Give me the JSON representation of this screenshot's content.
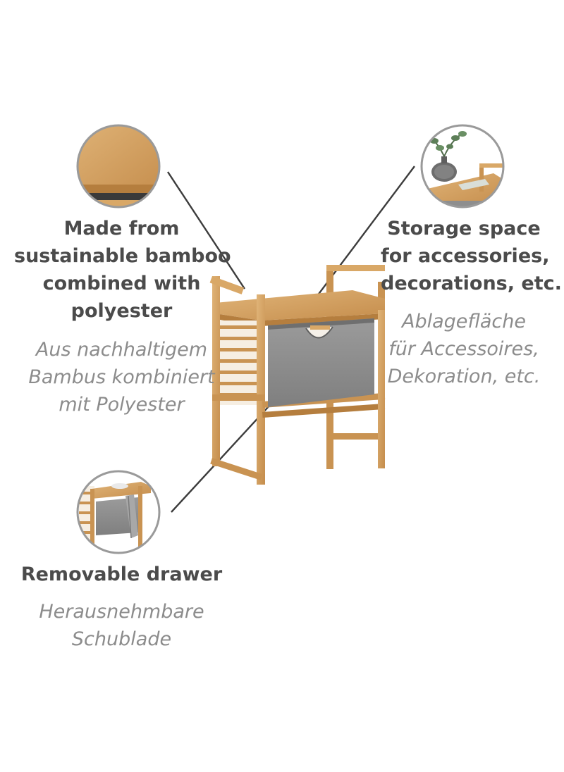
{
  "features": [
    {
      "en_lines": [
        "Made from",
        "sustainable bamboo",
        "combined with",
        "polyester"
      ],
      "de_lines": [
        "Aus nachhaltigem",
        "Bambus kombiniert",
        "mit Polyester"
      ]
    },
    {
      "en_lines": [
        "Storage space",
        "for accessories,",
        "decorations, etc."
      ],
      "de_lines": [
        "Ablagefläche",
        "für Accessoires,",
        "Dekoration, etc."
      ]
    },
    {
      "en_lines": [
        "Removable drawer"
      ],
      "de_lines": [
        "Herausnehmbare",
        "Schublade"
      ]
    }
  ],
  "colors": {
    "bamboo": "#d6a468",
    "bamboo_dark": "#b98445",
    "fabric": "#8e8e8e",
    "circle_border": "#9a9a9a",
    "leader_line": "#3c3c3c"
  }
}
